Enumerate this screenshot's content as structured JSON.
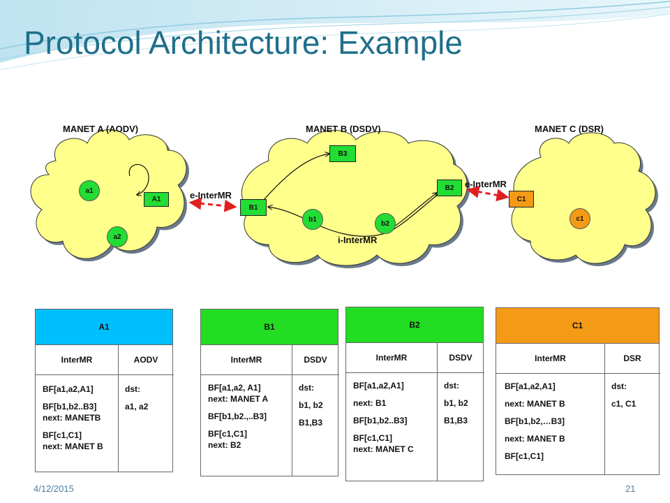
{
  "slide": {
    "title": "Protocol Architecture: Example",
    "date": "4/12/2015",
    "page_number": "21"
  },
  "networks": [
    {
      "label": "MANET A (AODV)"
    },
    {
      "label": "MANET B (DSDV)"
    },
    {
      "label": "MANET C (DSR)"
    }
  ],
  "nodes": {
    "a1": "a1",
    "a2": "a2",
    "A1": "A1",
    "B1": "B1",
    "B2": "B2",
    "B3": "B3",
    "b1": "b1",
    "b2": "b2",
    "C1": "C1",
    "c1": "c1"
  },
  "links": {
    "e_intermr_left": "e-InterMR",
    "e_intermr_right": "e-InterMR",
    "i_intermr": "i-InterMR"
  },
  "tables": [
    {
      "title": "A1",
      "col1": "InterMR",
      "col2": "AODV",
      "left": [
        "BF[a1,a2,A1]",
        "BF[b1,b2..B3]",
        "next: MANETB",
        "BF[c1,C1]",
        "next: MANET B"
      ],
      "right": [
        "dst:",
        "a1, a2"
      ]
    },
    {
      "title": "B1",
      "col1": "InterMR",
      "col2": "DSDV",
      "left": [
        "BF[a1,a2, A1]",
        "next: MANET A",
        "BF[b1,b2.,..B3]",
        "BF[c1,C1]",
        "next: B2"
      ],
      "right": [
        "dst:",
        "b1, b2",
        "B1,B3"
      ]
    },
    {
      "title": "B2",
      "col1": "InterMR",
      "col2": "DSDV",
      "left": [
        "BF[a1,a2,A1]",
        "next: B1",
        "BF[b1,b2..B3]",
        "BF[c1,C1]",
        "next: MANET C"
      ],
      "right": [
        "dst:",
        "b1, b2",
        "B1,B3"
      ]
    },
    {
      "title": "C1",
      "col1": "InterMR",
      "col2": "DSR",
      "left": [
        "BF[a1,a2,A1]",
        "next: MANET B",
        "BF[b1,b2,…B3]",
        "next: MANET B",
        "BF[c1,C1]"
      ],
      "right": [
        "dst:",
        "c1, C1"
      ]
    }
  ],
  "colors": {
    "title": "#1f6f8b",
    "cloud": "#ffff8c",
    "node_green": "#22dd33",
    "node_orange": "#f49a17",
    "header_a1": "#00bfff",
    "header_b": "#22dd22",
    "header_c1": "#f49a17",
    "link_dashed": "#e02020"
  }
}
